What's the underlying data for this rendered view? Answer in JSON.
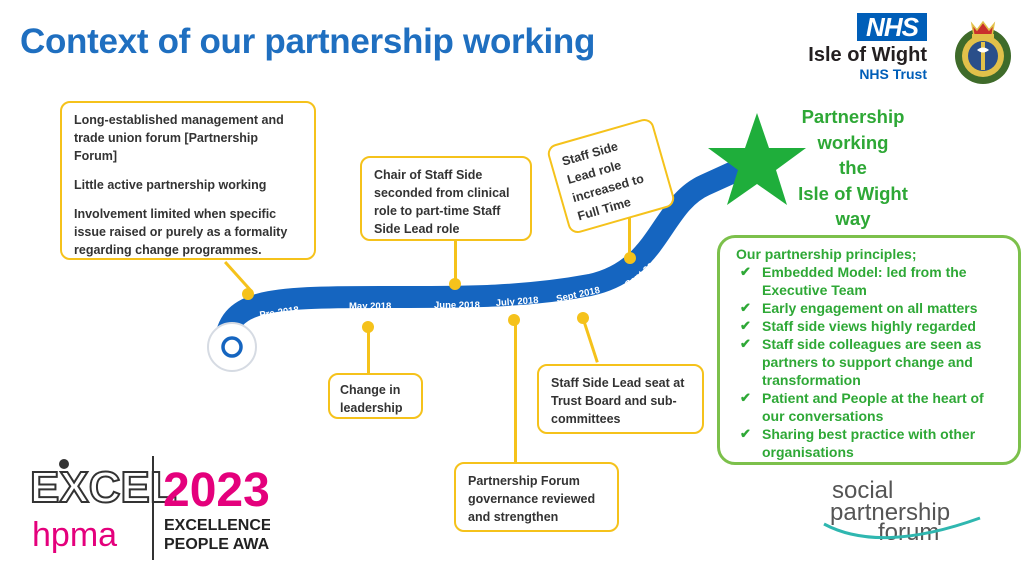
{
  "header": {
    "title": "Context of our partnership working"
  },
  "org": {
    "nhs": "NHS",
    "name": "Isle of Wight",
    "trust": "NHS Trust"
  },
  "timeline": {
    "labels": [
      "Pre-2018",
      "May 2018",
      "June 2018",
      "July 2018",
      "Sept 2018",
      "Sept 2019"
    ]
  },
  "boxes": {
    "pre2018": {
      "p1": "Long-established management and trade union forum [Partnership Forum]",
      "p2": "Little active partnership working",
      "p3": "Involvement limited when specific issue raised or purely as a formality regarding change programmes."
    },
    "may2018": "Change in leadership",
    "june2018": "Chair of Staff Side seconded from clinical role to part-time Staff Side Lead role",
    "july2018": "Partnership Forum governance reviewed and strengthen",
    "sept2018": "Staff Side Lead seat at Trust Board and sub-committees",
    "sept2019": [
      "Staff Side",
      "Lead role",
      "increased to",
      "Full Time"
    ]
  },
  "partnership_way": {
    "line1": "Partnership",
    "line2": "working",
    "line3": "the",
    "line4": "Isle of Wight",
    "line5": "way"
  },
  "principles": {
    "heading": "Our partnership principles;",
    "items": [
      "Embedded Model: led from the Executive Team",
      "Early engagement on all matters",
      "Staff side views highly regarded",
      "Staff side colleagues are seen as partners to support change and transformation",
      "Patient and People at the heart of our conversations",
      "Sharing best practice with other organisations"
    ]
  },
  "awards": {
    "excel": "EXCEL",
    "hpma": "hpma",
    "year": "2023",
    "line1": "EXCELLENCE IN",
    "line2": "PEOPLE AWARDS"
  },
  "spf": {
    "line1": "social",
    "line2": "partnership",
    "line3": "forum"
  },
  "colors": {
    "title_blue": "#1f6fc0",
    "road_blue": "#1565c0",
    "connector_yellow": "#f5c21b",
    "green": "#2ea836",
    "star_green": "#1fae3b",
    "hpma_pink": "#e4007c"
  }
}
